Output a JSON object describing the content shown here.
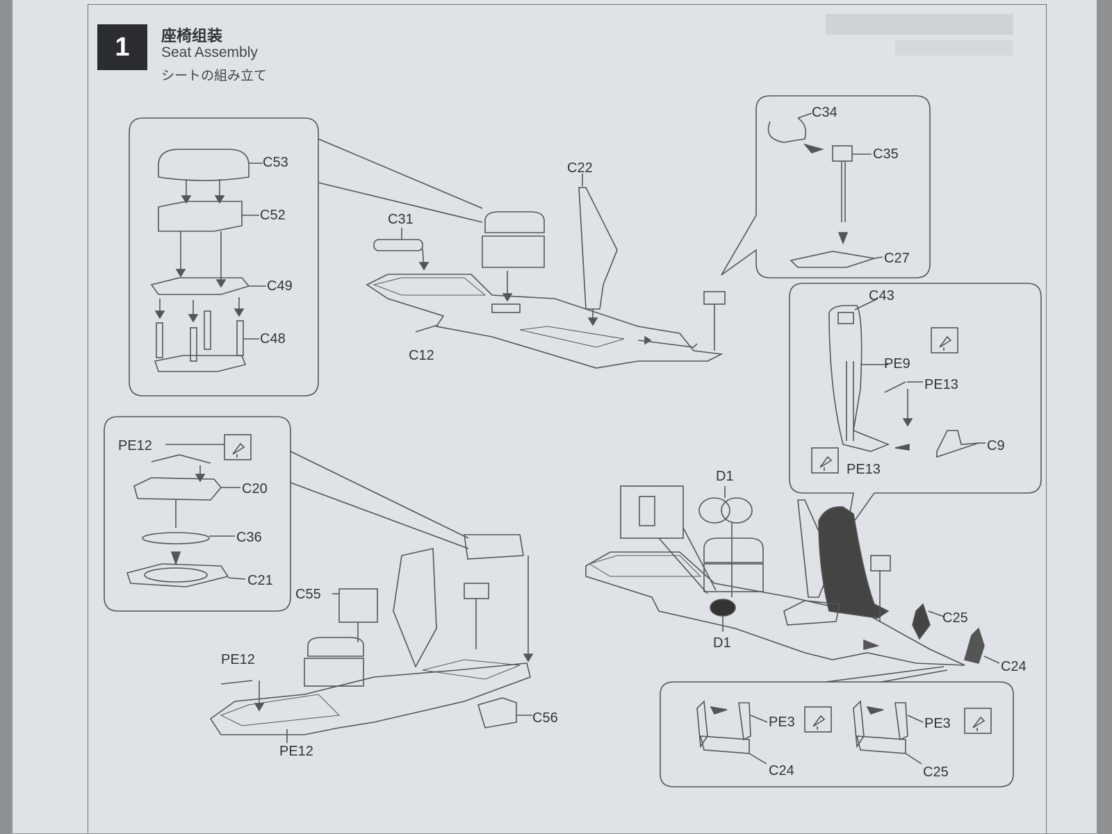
{
  "step": {
    "number": "1",
    "title_zh": "座椅组装",
    "title_en": "Seat Assembly",
    "title_ja": "シートの組み立て"
  },
  "labels": {
    "c53": "C53",
    "c52": "C52",
    "c49": "C49",
    "c48": "C48",
    "c31": "C31",
    "c22": "C22",
    "c12": "C12",
    "c34": "C34",
    "c35": "C35",
    "c27": "C27",
    "c43": "C43",
    "pe9": "PE9",
    "pe13a": "PE13",
    "pe13b": "PE13",
    "c9": "C9",
    "pe12a": "PE12",
    "c20": "C20",
    "c36": "C36",
    "c21": "C21",
    "c55": "C55",
    "pe12b": "PE12",
    "pe12c": "PE12",
    "c56": "C56",
    "d1a": "D1",
    "d1b": "D1",
    "c25a": "C25",
    "c24a": "C24",
    "pe3a": "PE3",
    "pe3b": "PE3",
    "c24b": "C24",
    "c25b": "C25"
  },
  "icons": [
    "glue-drop-icon"
  ]
}
